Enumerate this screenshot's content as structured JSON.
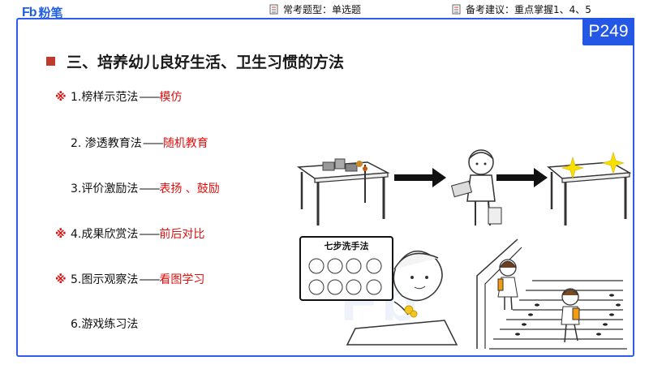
{
  "header": {
    "logo_text": "Fb",
    "logo_cn": "粉笔",
    "question_type": "常考题型：单选题",
    "study_tip": "备考建议：重点掌握1、4、5"
  },
  "page_number": "P249",
  "section_title": "三、培养幼儿良好生活、卫生习惯的方法",
  "methods": [
    {
      "star": "※",
      "label": "1.榜样示范法",
      "dash": "——",
      "answer": "模仿"
    },
    {
      "star": "",
      "label": "2. 渗透教育法",
      "dash": "——",
      "answer": "随机教育"
    },
    {
      "star": "",
      "label": "3.评价激励法",
      "dash": "——",
      "answer": "表扬 、鼓励"
    },
    {
      "star": "※",
      "label": "4.成果欣赏法",
      "dash": "——",
      "answer": "前后对比"
    },
    {
      "star": "※",
      "label": "5.图示观察法",
      "dash": "——",
      "answer": "看图学习"
    },
    {
      "star": "",
      "label": "6.游戏练习法",
      "dash": "",
      "answer": ""
    }
  ],
  "illustration": {
    "poster_title": "七步洗手法"
  },
  "colors": {
    "brand_blue": "#2457e6",
    "answer_red": "#e01010",
    "bullet_red": "#c0392b"
  }
}
